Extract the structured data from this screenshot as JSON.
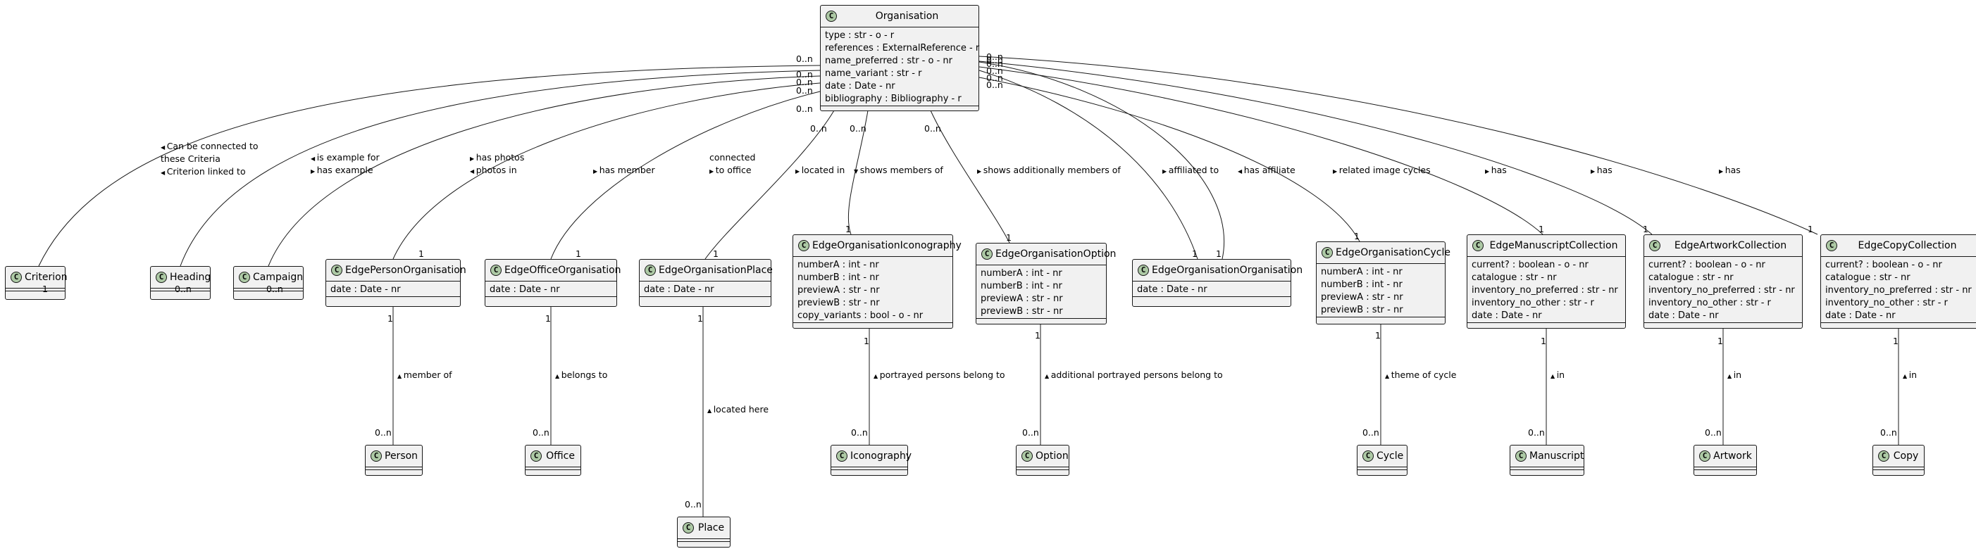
{
  "classes": {
    "organisation": {
      "name": "Organisation",
      "attrs": [
        "type : str - o - r",
        "references : ExternalReference - r",
        "name_preferred : str - o - nr",
        "name_variant : str - r",
        "date : Date - nr",
        "bibliography : Bibliography - r"
      ]
    },
    "criterion": {
      "name": "Criterion",
      "attrs": []
    },
    "heading": {
      "name": "Heading",
      "attrs": []
    },
    "campaign": {
      "name": "Campaign",
      "attrs": []
    },
    "edge_person_organisation": {
      "name": "EdgePersonOrganisation",
      "attrs": [
        "date : Date - nr"
      ]
    },
    "edge_office_organisation": {
      "name": "EdgeOfficeOrganisation",
      "attrs": [
        "date : Date - nr"
      ]
    },
    "edge_organisation_place": {
      "name": "EdgeOrganisationPlace",
      "attrs": [
        "date : Date - nr"
      ]
    },
    "edge_organisation_iconography": {
      "name": "EdgeOrganisationIconography",
      "attrs": [
        "numberA : int - nr",
        "numberB : int - nr",
        "previewA : str - nr",
        "previewB : str - nr",
        "copy_variants : bool - o - nr"
      ]
    },
    "edge_organisation_option": {
      "name": "EdgeOrganisationOption",
      "attrs": [
        "numberA : int - nr",
        "numberB : int - nr",
        "previewA : str - nr",
        "previewB : str - nr"
      ]
    },
    "edge_organisation_organisation": {
      "name": "EdgeOrganisationOrganisation",
      "attrs": [
        "date : Date - nr"
      ]
    },
    "edge_organisation_cycle": {
      "name": "EdgeOrganisationCycle",
      "attrs": [
        "numberA : int - nr",
        "numberB : int - nr",
        "previewA : str - nr",
        "previewB : str - nr"
      ]
    },
    "edge_manuscript_collection": {
      "name": "EdgeManuscriptCollection",
      "attrs": [
        "current? : boolean - o - nr",
        "catalogue : str - nr",
        "inventory_no_preferred : str - nr",
        "inventory_no_other : str - r",
        "date : Date - nr"
      ]
    },
    "edge_artwork_collection": {
      "name": "EdgeArtworkCollection",
      "attrs": [
        "current? : boolean - o - nr",
        "catalogue : str - nr",
        "inventory_no_preferred : str - nr",
        "inventory_no_other : str - r",
        "date : Date - nr"
      ]
    },
    "edge_copy_collection": {
      "name": "EdgeCopyCollection",
      "attrs": [
        "current? : boolean - o - nr",
        "catalogue : str - nr",
        "inventory_no_preferred : str - nr",
        "inventory_no_other : str - r",
        "date : Date - nr"
      ]
    },
    "person": {
      "name": "Person",
      "attrs": []
    },
    "office": {
      "name": "Office",
      "attrs": []
    },
    "place": {
      "name": "Place",
      "attrs": []
    },
    "iconography": {
      "name": "Iconography",
      "attrs": []
    },
    "option": {
      "name": "Option",
      "attrs": []
    },
    "cycle": {
      "name": "Cycle",
      "attrs": []
    },
    "manuscript": {
      "name": "Manuscript",
      "attrs": []
    },
    "artwork": {
      "name": "Artwork",
      "attrs": []
    },
    "copy": {
      "name": "Copy",
      "attrs": []
    }
  },
  "relations": [
    {
      "id": "org_criterion",
      "from": "organisation",
      "to": "criterion",
      "from_mult": "0..n",
      "to_mult": "1",
      "label": [
        "Can be connected to",
        "these Criteria",
        "Criterion linked to"
      ],
      "arrows": [
        "left",
        "",
        "left"
      ]
    },
    {
      "id": "org_heading",
      "from": "organisation",
      "to": "heading",
      "from_mult": "0..n",
      "to_mult": "0..n",
      "label": [
        "is example for",
        "has example"
      ],
      "arrows": [
        "left",
        "right"
      ]
    },
    {
      "id": "org_campaign",
      "from": "organisation",
      "to": "campaign",
      "from_mult": "0..n",
      "to_mult": "0..n",
      "label": [
        "has photos",
        "photos in"
      ],
      "arrows": [
        "right",
        "left"
      ]
    },
    {
      "id": "org_person_edge",
      "from": "organisation",
      "to": "edge_person_organisation",
      "from_mult": "0..n",
      "to_mult": "1",
      "label": [
        "has member"
      ],
      "arrows": [
        "right"
      ]
    },
    {
      "id": "org_office_edge",
      "from": "organisation",
      "to": "edge_office_organisation",
      "from_mult": "0..n",
      "to_mult": "1",
      "label": [
        "connected",
        "to office"
      ],
      "arrows": [
        "",
        "right"
      ]
    },
    {
      "id": "org_place_edge",
      "from": "organisation",
      "to": "edge_organisation_place",
      "from_mult": "0..n",
      "to_mult": "1",
      "label": [
        "located in"
      ],
      "arrows": [
        "right"
      ]
    },
    {
      "id": "org_icon_edge",
      "from": "organisation",
      "to": "edge_organisation_iconography",
      "from_mult": "0..n",
      "to_mult": "1",
      "label": [
        "shows members of"
      ],
      "arrows": [
        "down"
      ]
    },
    {
      "id": "org_option_edge",
      "from": "organisation",
      "to": "edge_organisation_option",
      "from_mult": "0..n",
      "to_mult": "1",
      "label": [
        "shows additionally members of"
      ],
      "arrows": [
        "right"
      ]
    },
    {
      "id": "org_orgorg_a",
      "from": "organisation",
      "to": "edge_organisation_organisation",
      "from_mult": "0..n",
      "to_mult": "1",
      "label": [
        "affiliated to"
      ],
      "arrows": [
        "right"
      ]
    },
    {
      "id": "org_orgorg_b",
      "from": "organisation",
      "to": "edge_organisation_organisation",
      "from_mult": "0..n",
      "to_mult": "1",
      "label": [
        "has affiliate"
      ],
      "arrows": [
        "left"
      ]
    },
    {
      "id": "org_cycle_edge",
      "from": "organisation",
      "to": "edge_organisation_cycle",
      "from_mult": "0..n",
      "to_mult": "1",
      "label": [
        "related image cycles"
      ],
      "arrows": [
        "right"
      ]
    },
    {
      "id": "org_manuscript_edge",
      "from": "organisation",
      "to": "edge_manuscript_collection",
      "from_mult": "0..n",
      "to_mult": "1",
      "label": [
        "has"
      ],
      "arrows": [
        "right"
      ]
    },
    {
      "id": "org_artwork_edge",
      "from": "organisation",
      "to": "edge_artwork_collection",
      "from_mult": "0..n",
      "to_mult": "1",
      "label": [
        "has"
      ],
      "arrows": [
        "right"
      ]
    },
    {
      "id": "org_copy_edge",
      "from": "organisation",
      "to": "edge_copy_collection",
      "from_mult": "0..n",
      "to_mult": "1",
      "label": [
        "has"
      ],
      "arrows": [
        "right"
      ]
    },
    {
      "id": "edge_person",
      "from": "edge_person_organisation",
      "to": "person",
      "from_mult": "1",
      "to_mult": "0..n",
      "label": [
        "member of"
      ],
      "arrows": [
        "up"
      ]
    },
    {
      "id": "edge_office",
      "from": "edge_office_organisation",
      "to": "office",
      "from_mult": "1",
      "to_mult": "0..n",
      "label": [
        "belongs to"
      ],
      "arrows": [
        "up"
      ]
    },
    {
      "id": "edge_place",
      "from": "edge_organisation_place",
      "to": "place",
      "from_mult": "1",
      "to_mult": "0..n",
      "label": [
        "located here"
      ],
      "arrows": [
        "up"
      ]
    },
    {
      "id": "edge_iconography",
      "from": "edge_organisation_iconography",
      "to": "iconography",
      "from_mult": "1",
      "to_mult": "0..n",
      "label": [
        "portrayed persons belong to"
      ],
      "arrows": [
        "up"
      ]
    },
    {
      "id": "edge_option",
      "from": "edge_organisation_option",
      "to": "option",
      "from_mult": "1",
      "to_mult": "0..n",
      "label": [
        "additional portrayed persons belong to"
      ],
      "arrows": [
        "up"
      ]
    },
    {
      "id": "edge_cycle",
      "from": "edge_organisation_cycle",
      "to": "cycle",
      "from_mult": "1",
      "to_mult": "0..n",
      "label": [
        "theme of cycle"
      ],
      "arrows": [
        "up"
      ]
    },
    {
      "id": "edge_manuscript",
      "from": "edge_manuscript_collection",
      "to": "manuscript",
      "from_mult": "1",
      "to_mult": "0..n",
      "label": [
        "in"
      ],
      "arrows": [
        "up"
      ]
    },
    {
      "id": "edge_artwork",
      "from": "edge_artwork_collection",
      "to": "artwork",
      "from_mult": "1",
      "to_mult": "0..n",
      "label": [
        "in"
      ],
      "arrows": [
        "up"
      ]
    },
    {
      "id": "edge_copy",
      "from": "edge_copy_collection",
      "to": "copy",
      "from_mult": "1",
      "to_mult": "0..n",
      "label": [
        "in"
      ],
      "arrows": [
        "up"
      ]
    }
  ],
  "colors": {
    "class_fill": "#f1f1f1",
    "class_border": "#181818",
    "stereotype_circle": "#adc9a5",
    "line": "#181818"
  }
}
